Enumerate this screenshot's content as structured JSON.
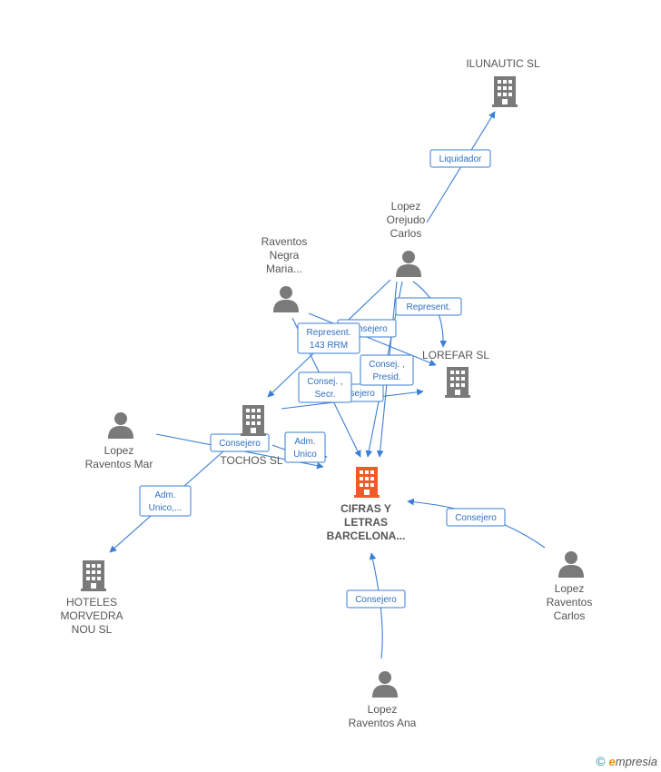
{
  "nodes": {
    "ilunautic": {
      "type": "company",
      "lines": [
        "ILUNAUTIC SL"
      ],
      "color": "#7a7a7a"
    },
    "lopez_orejudo": {
      "type": "person",
      "lines": [
        "Lopez",
        "Orejudo",
        "Carlos"
      ],
      "color": "#7a7a7a"
    },
    "raventos_negra": {
      "type": "person",
      "lines": [
        "Raventos",
        "Negra",
        "Maria..."
      ],
      "color": "#7a7a7a"
    },
    "lorefar": {
      "type": "company",
      "lines": [
        "LOREFAR SL"
      ],
      "color": "#7a7a7a"
    },
    "lopez_raventos_mar": {
      "type": "person",
      "lines": [
        "Lopez",
        "Raventos Mar"
      ],
      "color": "#7a7a7a"
    },
    "tochos": {
      "type": "company",
      "lines": [
        "TOCHOS SL"
      ],
      "color": "#7a7a7a"
    },
    "cifras": {
      "type": "company",
      "lines": [
        "CIFRAS Y",
        "LETRAS",
        "BARCELONA..."
      ],
      "color": "#f05a28",
      "main": true
    },
    "hoteles": {
      "type": "company",
      "lines": [
        "HOTELES",
        "MORVEDRA",
        "NOU  SL"
      ],
      "color": "#7a7a7a"
    },
    "lopez_raventos_carlos": {
      "type": "person",
      "lines": [
        "Lopez",
        "Raventos",
        "Carlos"
      ],
      "color": "#7a7a7a"
    },
    "lopez_raventos_ana": {
      "type": "person",
      "lines": [
        "Lopez",
        "Raventos Ana"
      ],
      "color": "#7a7a7a"
    }
  },
  "edges": {
    "liquidador": [
      "Liquidador"
    ],
    "represent_lorefar": [
      "Represent."
    ],
    "consejero_negra_lorefar": [
      "Consejero"
    ],
    "represent_143": [
      "Represent.",
      "143 RRM"
    ],
    "consej_presid": [
      "Consej. ,",
      "Presid."
    ],
    "consejero_tochos_lorefar": [
      "Consejero"
    ],
    "consej_secr": [
      "Consej. ,",
      "Secr."
    ],
    "consejero_mar": [
      "Consejero"
    ],
    "adm_unico_tochos": [
      "Adm.",
      "Unico"
    ],
    "adm_unico_hoteles": [
      "Adm.",
      "Unico,..."
    ],
    "consejero_carlos": [
      "Consejero"
    ],
    "consejero_ana": [
      "Consejero"
    ]
  },
  "footer": {
    "copyright": "©",
    "brand_initial": "e",
    "brand_rest": "mpresia"
  },
  "colors": {
    "edge": "#3a7fd5",
    "node": "#7a7a7a",
    "main": "#f05a28"
  }
}
